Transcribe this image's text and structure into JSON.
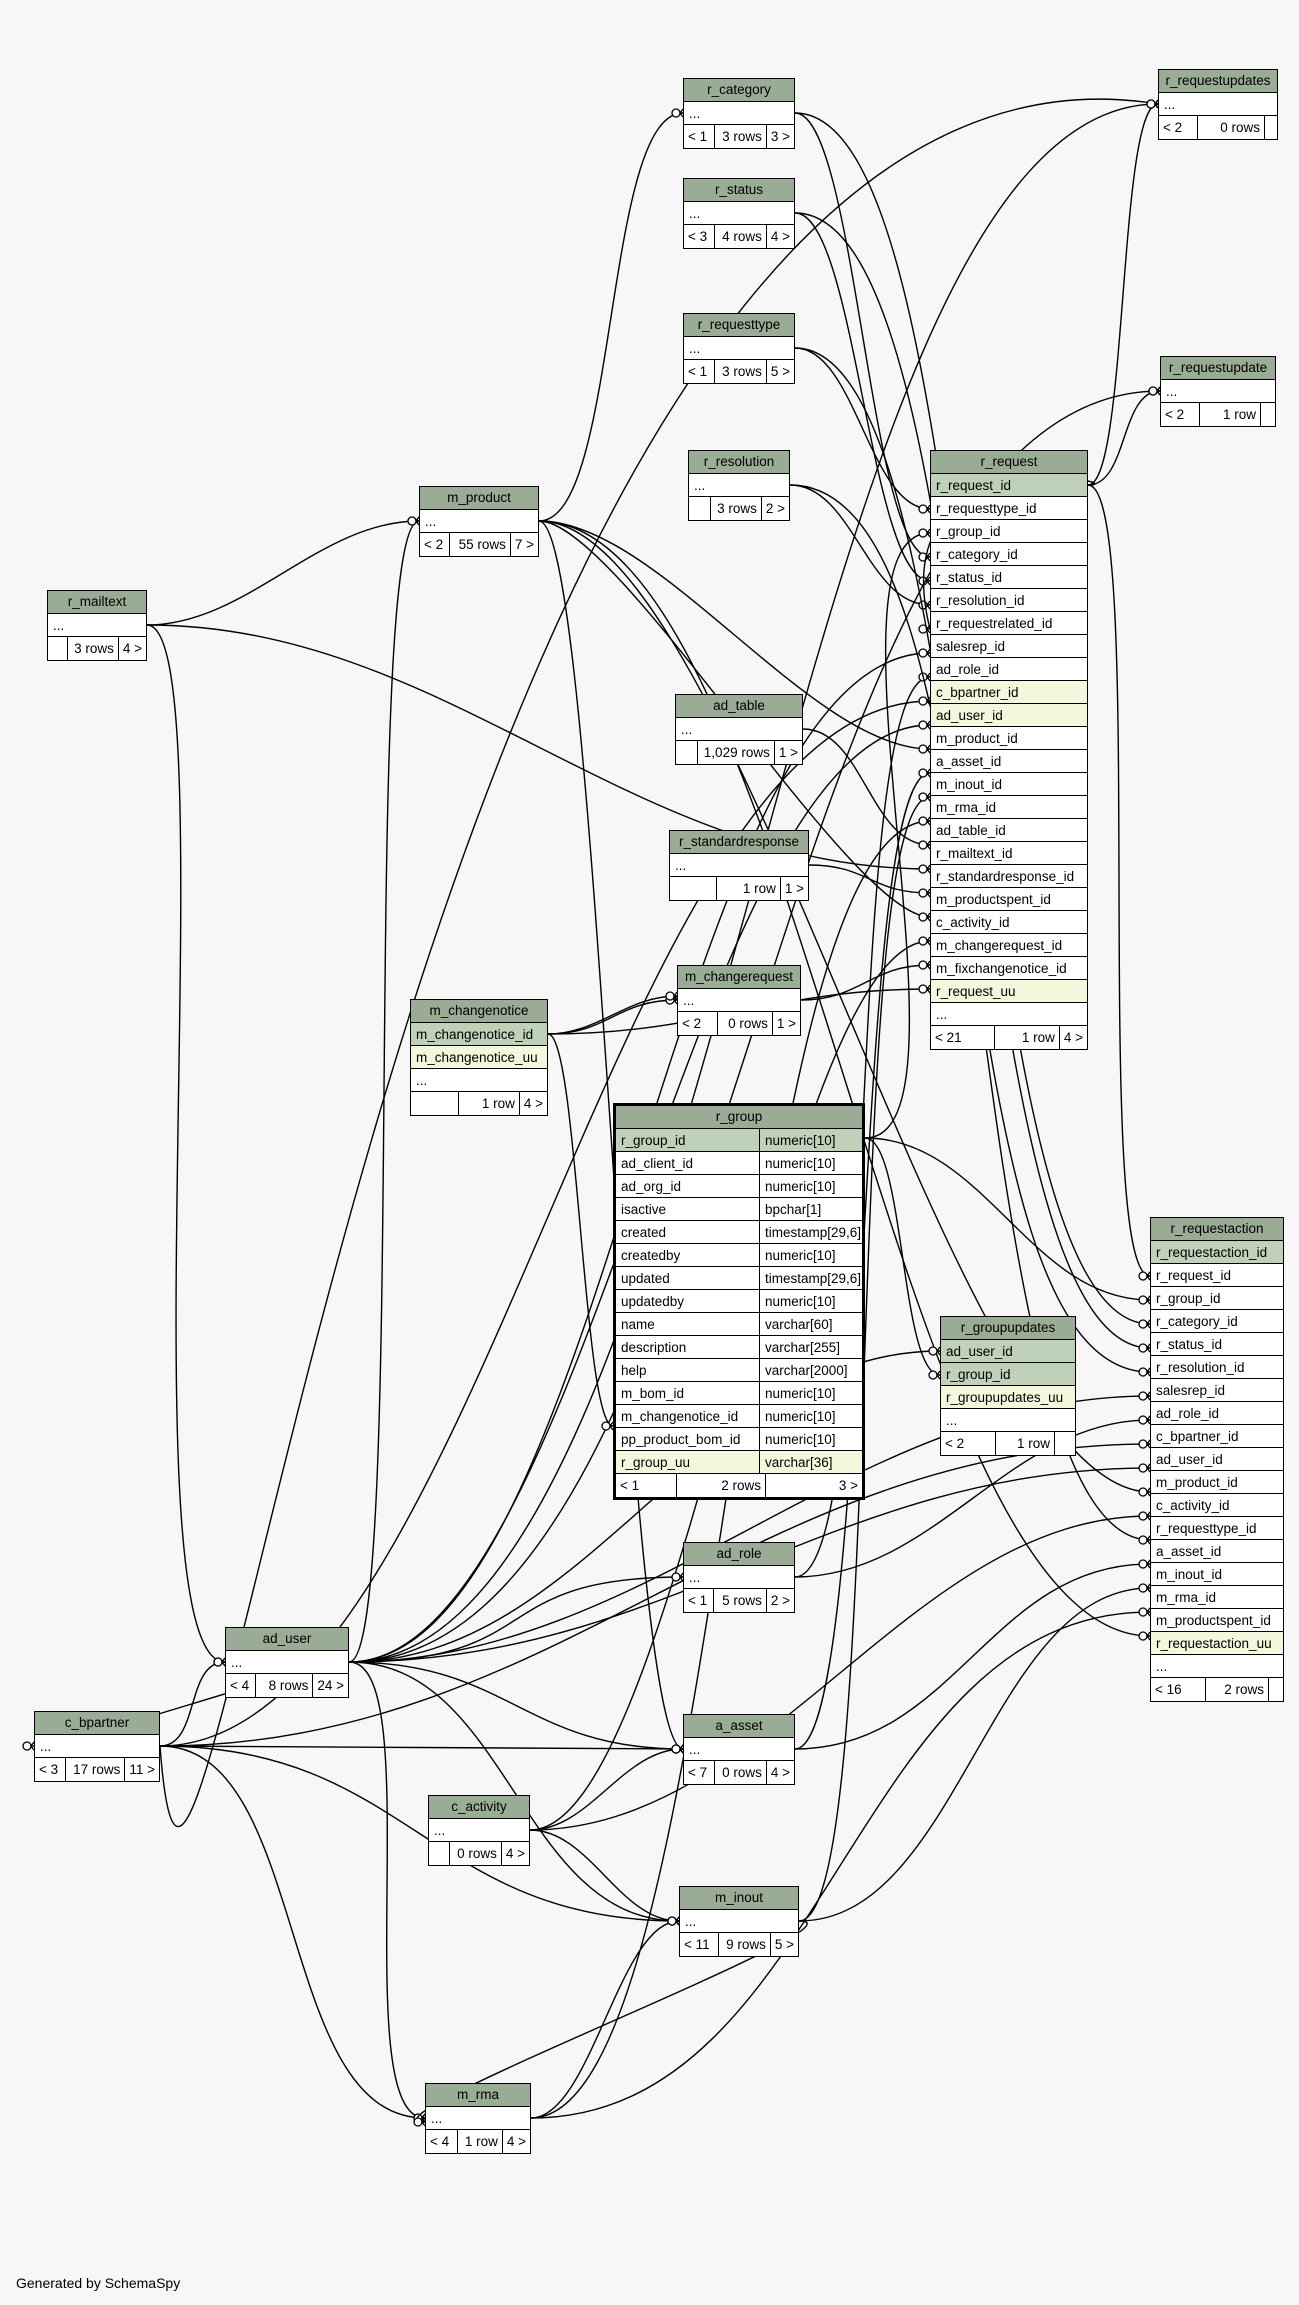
{
  "generated_by": "Generated by SchemaSpy",
  "tables": {
    "r_requestupdates": {
      "name": "r_requestupdates",
      "columns": [
        "..."
      ],
      "foot": [
        "< 2",
        "0 rows",
        ""
      ]
    },
    "r_category": {
      "name": "r_category",
      "columns": [
        "..."
      ],
      "foot": [
        "< 1",
        "3 rows",
        "3 >"
      ]
    },
    "r_status": {
      "name": "r_status",
      "columns": [
        "..."
      ],
      "foot": [
        "< 3",
        "4 rows",
        "4 >"
      ]
    },
    "r_requesttype": {
      "name": "r_requesttype",
      "columns": [
        "..."
      ],
      "foot": [
        "< 1",
        "3 rows",
        "5 >"
      ]
    },
    "r_requestupdate": {
      "name": "r_requestupdate",
      "columns": [
        "..."
      ],
      "foot": [
        "< 2",
        "1 row",
        ""
      ]
    },
    "r_resolution": {
      "name": "r_resolution",
      "columns": [
        "..."
      ],
      "foot": [
        "",
        "3 rows",
        "2 >"
      ]
    },
    "m_product": {
      "name": "m_product",
      "columns": [
        "..."
      ],
      "foot": [
        "< 2",
        "55 rows",
        "7 >"
      ]
    },
    "r_mailtext": {
      "name": "r_mailtext",
      "columns": [
        "..."
      ],
      "foot": [
        "",
        "3 rows",
        "4 >"
      ]
    },
    "ad_table": {
      "name": "ad_table",
      "columns": [
        "..."
      ],
      "foot": [
        "",
        "1,029 rows",
        "1 >"
      ]
    },
    "r_standardresponse": {
      "name": "r_standardresponse",
      "columns": [
        "..."
      ],
      "foot": [
        "",
        "1 row",
        "1 >"
      ]
    },
    "m_changenotice": {
      "name": "m_changenotice",
      "columns": [
        "m_changenotice_id",
        "m_changenotice_uu",
        "..."
      ],
      "foot": [
        "",
        "1 row",
        "4 >"
      ]
    },
    "m_changerequest": {
      "name": "m_changerequest",
      "columns": [
        "..."
      ],
      "foot": [
        "< 2",
        "0 rows",
        "1 >"
      ]
    },
    "r_request": {
      "name": "r_request",
      "columns": [
        "r_request_id",
        "r_requesttype_id",
        "r_group_id",
        "r_category_id",
        "r_status_id",
        "r_resolution_id",
        "r_requestrelated_id",
        "salesrep_id",
        "ad_role_id",
        "c_bpartner_id",
        "ad_user_id",
        "m_product_id",
        "a_asset_id",
        "m_inout_id",
        "m_rma_id",
        "ad_table_id",
        "r_mailtext_id",
        "r_standardresponse_id",
        "m_productspent_id",
        "c_activity_id",
        "m_changerequest_id",
        "m_fixchangenotice_id",
        "r_request_uu",
        "..."
      ],
      "foot": [
        "< 21",
        "1 row",
        "4 >"
      ]
    },
    "r_group": {
      "name": "r_group",
      "columns": [
        "r_group_id",
        "ad_client_id",
        "ad_org_id",
        "isactive",
        "created",
        "createdby",
        "updated",
        "updatedby",
        "name",
        "description",
        "help",
        "m_bom_id",
        "m_changenotice_id",
        "pp_product_bom_id",
        "r_group_uu"
      ],
      "types": [
        "numeric[10]",
        "numeric[10]",
        "numeric[10]",
        "bpchar[1]",
        "timestamp[29,6]",
        "numeric[10]",
        "timestamp[29,6]",
        "numeric[10]",
        "varchar[60]",
        "varchar[255]",
        "varchar[2000]",
        "numeric[10]",
        "numeric[10]",
        "numeric[10]",
        "varchar[36]"
      ],
      "foot": [
        "< 1",
        "2 rows",
        "3 >"
      ]
    },
    "r_groupupdates": {
      "name": "r_groupupdates",
      "columns": [
        "ad_user_id",
        "r_group_id",
        "r_groupupdates_uu",
        "..."
      ],
      "foot": [
        "< 2",
        "1 row",
        ""
      ]
    },
    "r_requestaction": {
      "name": "r_requestaction",
      "columns": [
        "r_requestaction_id",
        "r_request_id",
        "r_group_id",
        "r_category_id",
        "r_status_id",
        "r_resolution_id",
        "salesrep_id",
        "ad_role_id",
        "c_bpartner_id",
        "ad_user_id",
        "m_product_id",
        "c_activity_id",
        "r_requesttype_id",
        "a_asset_id",
        "m_inout_id",
        "m_rma_id",
        "m_productspent_id",
        "r_requestaction_uu",
        "..."
      ],
      "foot": [
        "< 16",
        "2 rows",
        ""
      ]
    },
    "ad_role": {
      "name": "ad_role",
      "columns": [
        "..."
      ],
      "foot": [
        "< 1",
        "5 rows",
        "2 >"
      ]
    },
    "ad_user": {
      "name": "ad_user",
      "columns": [
        "..."
      ],
      "foot": [
        "< 4",
        "8 rows",
        "24 >"
      ]
    },
    "c_bpartner": {
      "name": "c_bpartner",
      "columns": [
        "..."
      ],
      "foot": [
        "< 3",
        "17 rows",
        "11 >"
      ]
    },
    "a_asset": {
      "name": "a_asset",
      "columns": [
        "..."
      ],
      "foot": [
        "< 7",
        "0 rows",
        "4 >"
      ]
    },
    "c_activity": {
      "name": "c_activity",
      "columns": [
        "..."
      ],
      "foot": [
        "",
        "0 rows",
        "4 >"
      ]
    },
    "m_inout": {
      "name": "m_inout",
      "columns": [
        "..."
      ],
      "foot": [
        "< 11",
        "9 rows",
        "5 >"
      ]
    },
    "m_rma": {
      "name": "m_rma",
      "columns": [
        "..."
      ],
      "foot": [
        "< 4",
        "1 row",
        "4 >"
      ]
    }
  },
  "colors": {
    "header": "#9aab96",
    "primary_key": "#bfd1b9",
    "unique_key": "#f4f7dc",
    "background": "#f7f7f7"
  }
}
